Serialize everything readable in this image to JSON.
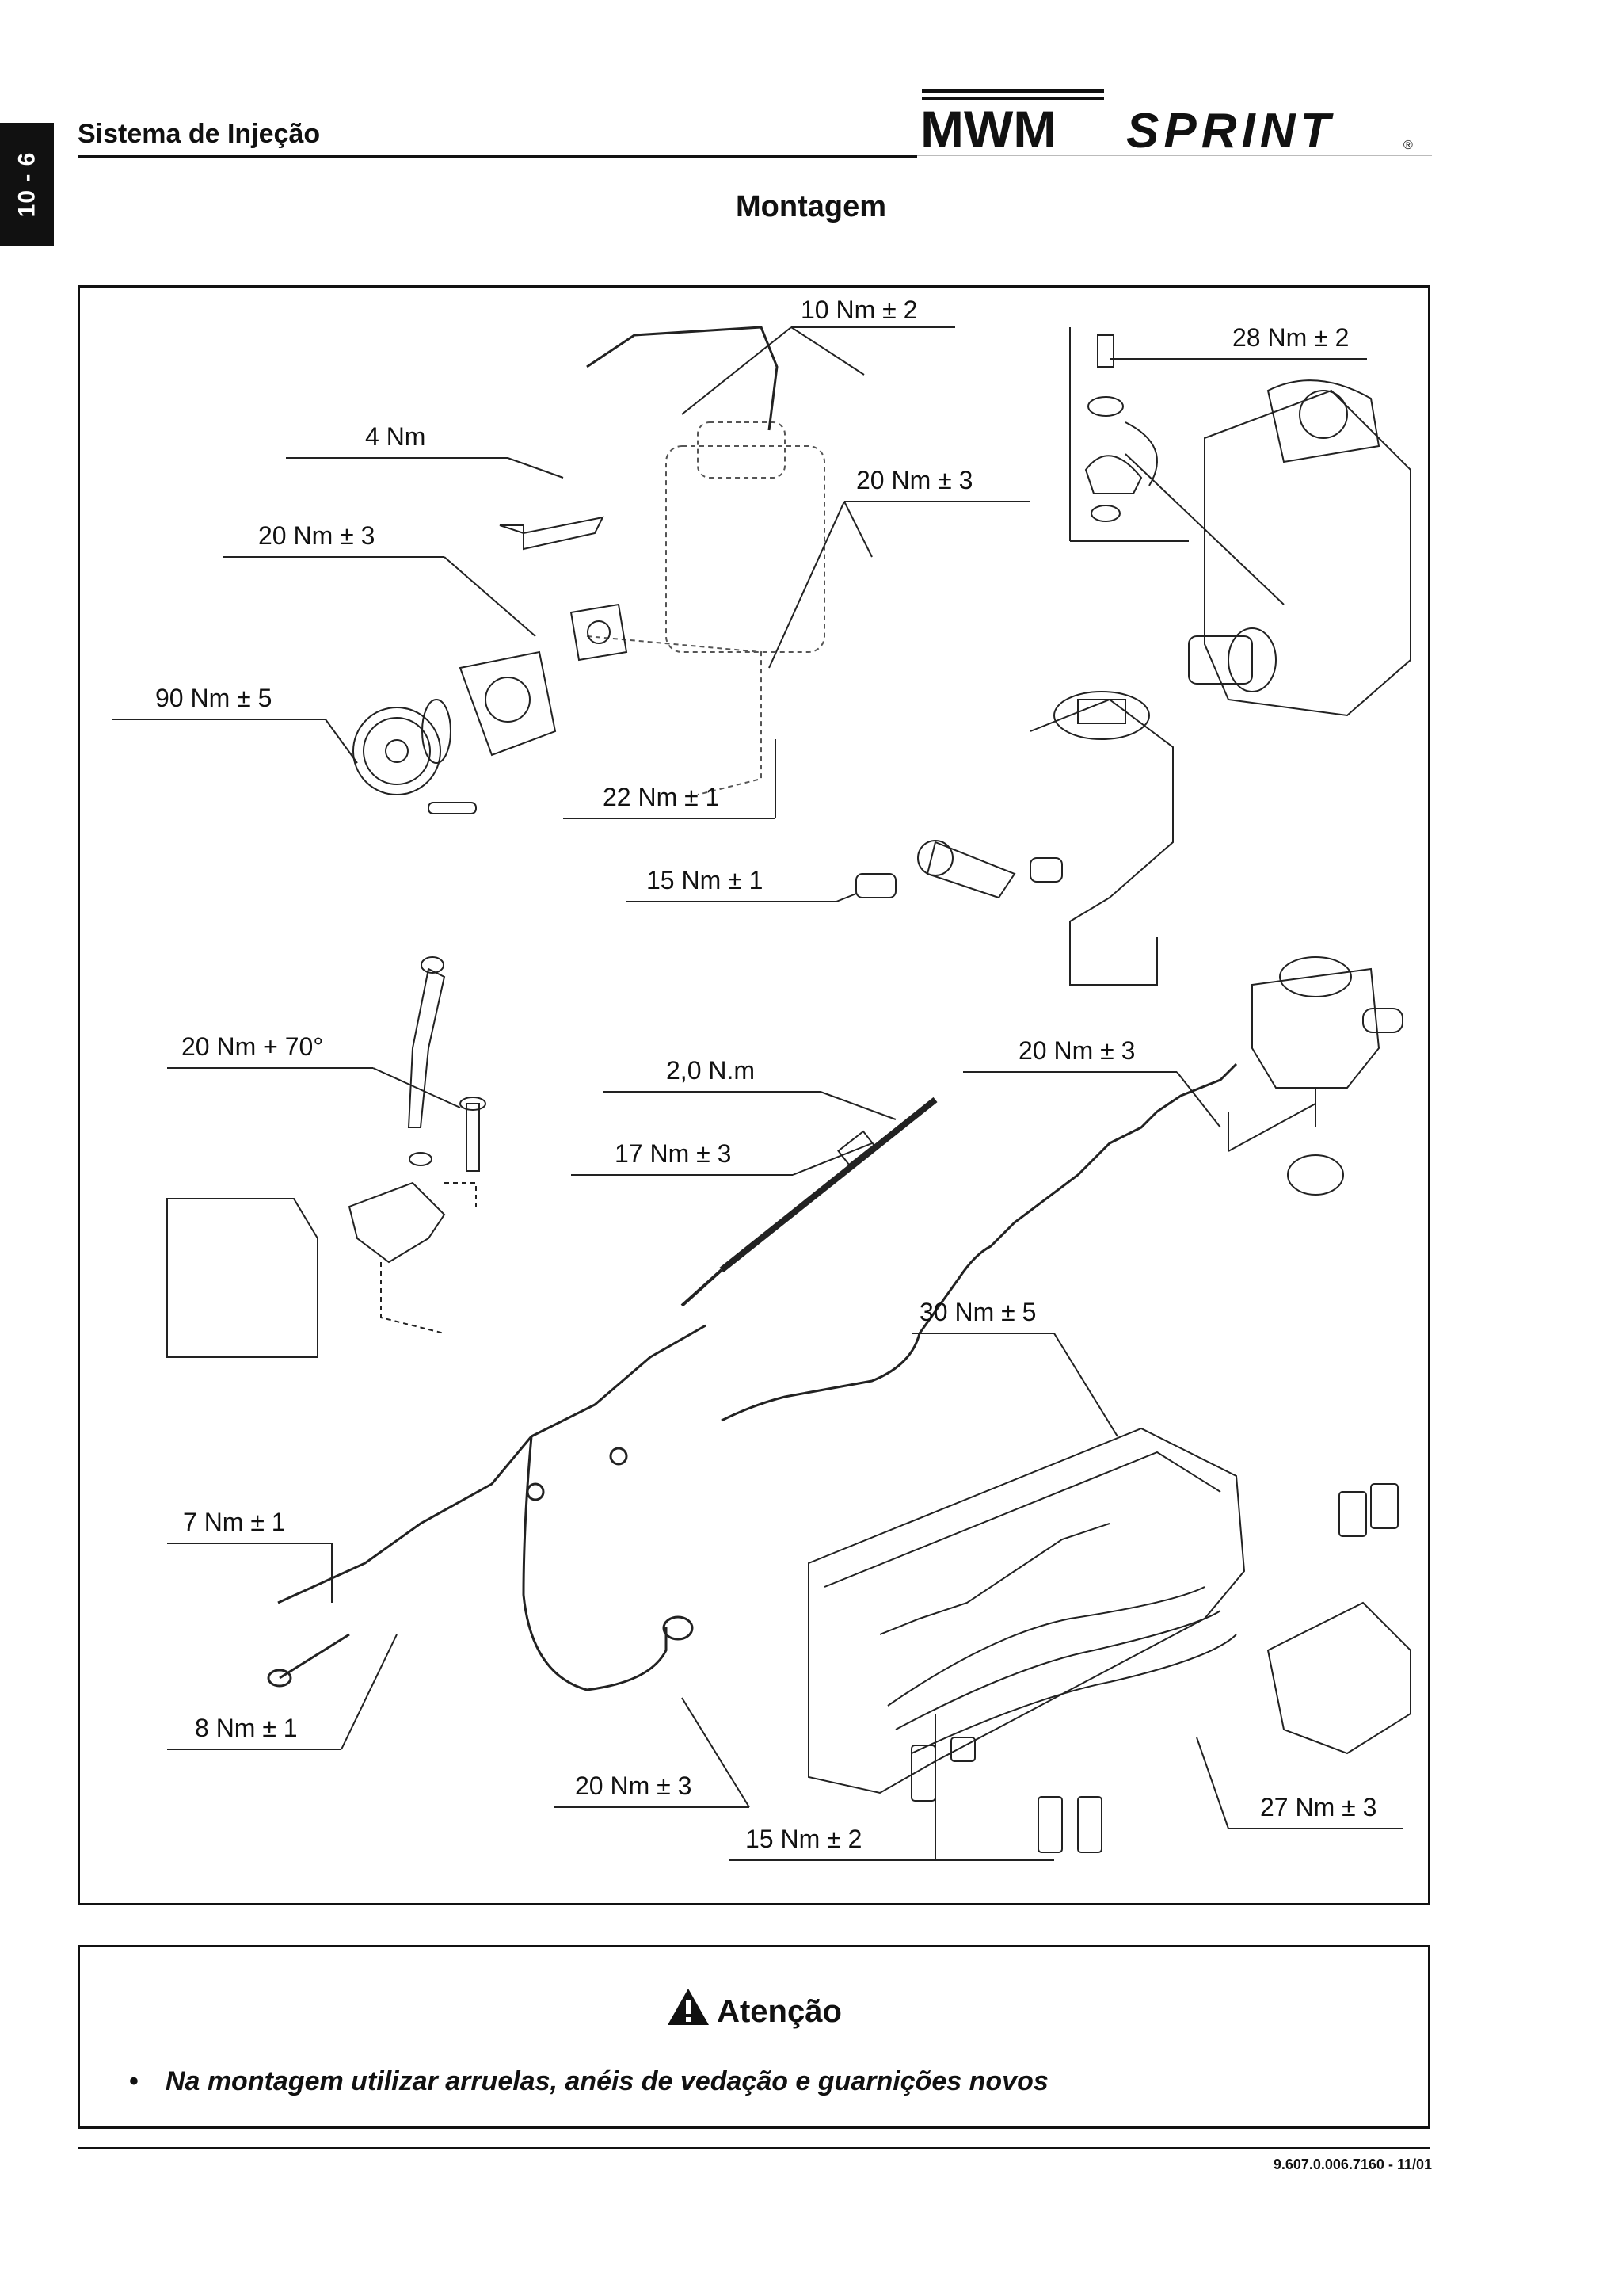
{
  "side_tab": "10 - 6",
  "header": {
    "section": "Sistema de Injeção",
    "logo_brand": "MWM",
    "logo_product": "SPRINT",
    "logo_mark": "®"
  },
  "title": "Montagem",
  "torques": [
    "10 Nm ± 2",
    "4 Nm",
    "20 Nm ± 3",
    "20 Nm ± 3",
    "90 Nm ± 5",
    "22 Nm ± 1",
    "15 Nm ± 1",
    "28 Nm ± 2",
    "20 Nm + 70°",
    "2,0 N.m",
    "17 Nm ± 3",
    "20 Nm ± 3",
    "30 Nm ± 5",
    "7 Nm ± 1",
    "8 Nm ± 1",
    "20 Nm ± 3",
    "15 Nm ± 2",
    "27 Nm ± 3"
  ],
  "attention": {
    "title": "Atenção",
    "item": "Na montagem utilizar arruelas, anéis de vedação e guarnições novos",
    "icon": "warning-triangle-icon"
  },
  "doc_number": "9.607.0.006.7160 - 11/01"
}
